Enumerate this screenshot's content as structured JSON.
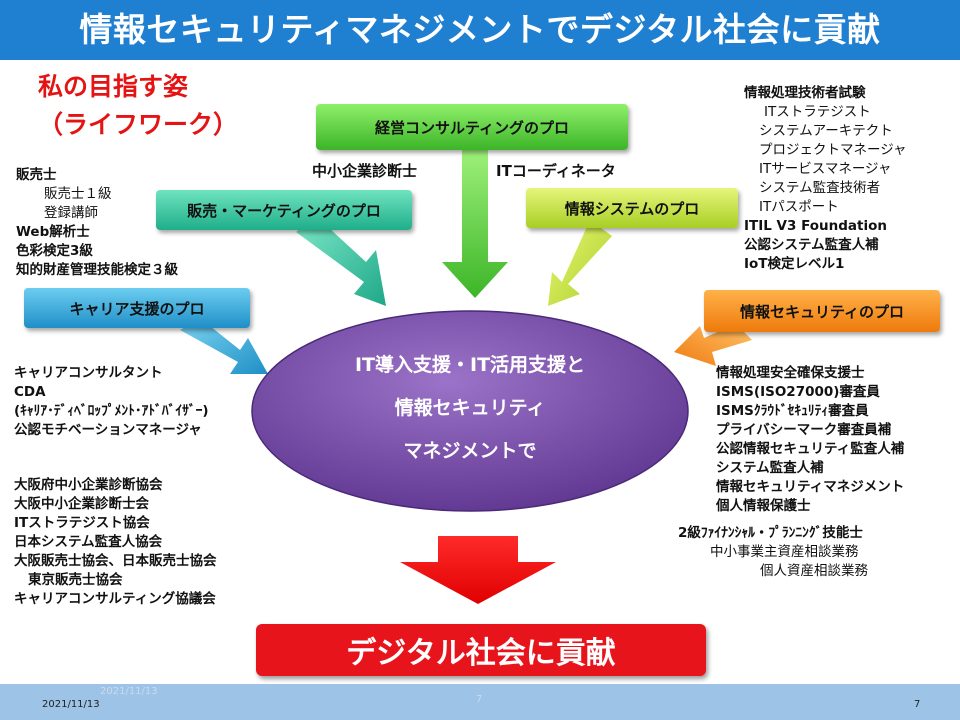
{
  "title": "情報セキュリティマネジメントでデジタル社会に貢献",
  "aspiration": {
    "line1": "私の目指す姿",
    "line2": "（ライフワーク）"
  },
  "boxes": {
    "management": "経営コンサルティングのプロ",
    "sales": "販売・マーケティングのプロ",
    "infosys": "情報システムのプロ",
    "career": "キャリア支援のプロ",
    "security": "情報セキュリティのプロ"
  },
  "top_labels": {
    "smeConsultant": "中小企業診断士",
    "itCoordinator": "ITコーディネータ"
  },
  "center": {
    "line1": "IT導入支援・IT活用支援と",
    "line2": "情報セキュリティ",
    "line3": "マネジメントで"
  },
  "impact": "デジタル社会に貢献",
  "sales_quals": {
    "l1": "販売士",
    "l2": "販売士１級",
    "l3": "登録講師",
    "l4": "Web解析士",
    "l5": "色彩検定3級",
    "l6": "知的財産管理技能検定３級"
  },
  "it_quals": {
    "header": "情報処理技術者試験",
    "i1": "ITストラテジスト",
    "i2": "システムアーキテクト",
    "i3": "プロジェクトマネージャ",
    "i4": "ITサービスマネージャ",
    "i5": "システム監査技術者",
    "i6": "ITパスポート",
    "b1": "ITIL V3 Foundation",
    "b2": "公認システム監査人補",
    "b3": "IoT検定レベル1"
  },
  "career_quals": {
    "l1": "キャリアコンサルタント",
    "l2": "CDA",
    "l3": "(ｷｬﾘｱ･ﾃﾞｨﾍﾞﾛｯﾌﾟﾒﾝﾄ･ｱﾄﾞﾊﾞｲｻﾞｰ)",
    "l4": "公認モチベーションマネージャ"
  },
  "associations": {
    "l1": "大阪府中小企業診断協会",
    "l2": "大阪中小企業診断士会",
    "l3": "ITストラテジスト協会",
    "l4": "日本システム監査人協会",
    "l5": "大阪販売士協会、日本販売士協会",
    "l6": "東京販売士協会",
    "l7": "キャリアコンサルティング協議会"
  },
  "security_quals": {
    "l1": "情報処理安全確保支援士",
    "l2": "ISMS(ISO27000)審査員",
    "l3": "ISMSｸﾗｳﾄﾞｾｷｭﾘﾃｨ審査員",
    "l4": "プライバシーマーク審査員補",
    "l5": "公認情報セキュリティ監査人補",
    "l6": "システム監査人補",
    "l7": "情報セキュリティマネジメント",
    "l8": "個人情報保護士"
  },
  "fp_quals": {
    "l1": "2級ﾌｧｲﾅﾝｼｬﾙ・ﾌﾟﾗﾝﾆﾝｸﾞ技能士",
    "l2": "中小事業主資産相談業務",
    "l3": "個人資産相談業務"
  },
  "footer": {
    "date": "2021/11/13",
    "date_ghost": "2021/11/13",
    "page_ghost": "7",
    "page": "7"
  },
  "colors": {
    "title_bar": "#1f7fd0",
    "aspiration_text": "#e41414",
    "ellipse": "#7a4fa8",
    "impact": "#e8141c",
    "footer_bar": "#9dc3e6",
    "green_box": "#53c83a",
    "yellow_green_box": "#b7de2b",
    "teal_box": "#2fbf9a",
    "cyan_box": "#2aa0d6",
    "orange_box": "#f08a14"
  }
}
